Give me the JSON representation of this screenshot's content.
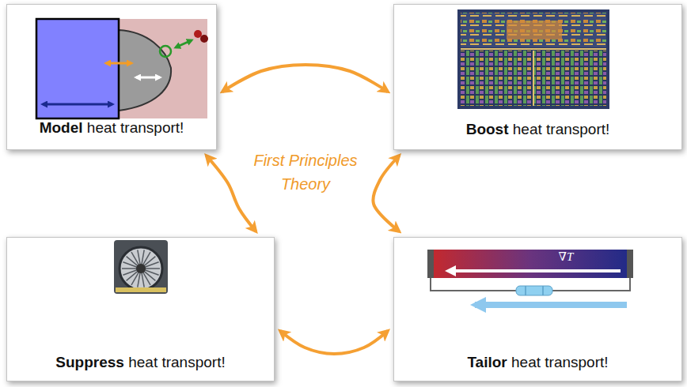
{
  "diagram": {
    "nodes": [
      {
        "text": [
          "Model",
          "heat transport!"
        ]
      },
      {
        "text": [
          "Boost",
          "heat transport!"
        ]
      },
      {
        "text": [
          "Suppress",
          "heat transport!"
        ]
      },
      {
        "text": [
          "Tailor",
          "heat transport!"
        ]
      }
    ],
    "edges": [
      {
        "from": 0,
        "to": 1,
        "arrow": "both"
      },
      {
        "from": 1,
        "to": 3,
        "arrow": "both"
      },
      {
        "from": 2,
        "to": 3,
        "arrow": "both"
      },
      {
        "from": 0,
        "to": 2,
        "arrow": "both"
      }
    ],
    "labels": [
      "First Principles Theory",
      "∇T"
    ]
  }
}
